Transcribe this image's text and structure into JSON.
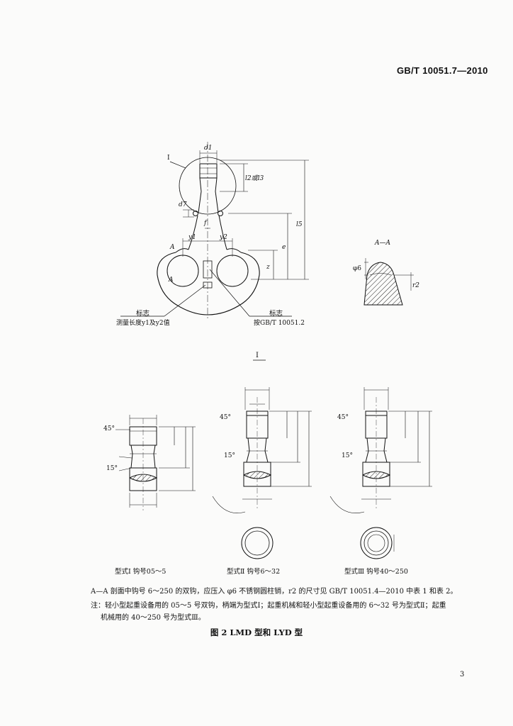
{
  "header": {
    "standard_no": "GB/T 10051.7—2010"
  },
  "figure": {
    "detail_marker": "I",
    "detail_heading": "I",
    "section_label": "A—A",
    "dim_d1": "d1",
    "dim_l2_or_l3": "l2或l3",
    "dim_l5": "l5",
    "dim_d7": "d7",
    "dim_f": "f",
    "dim_y1": "y1",
    "dim_y2": "y2",
    "dim_e": "e",
    "dim_z": "z",
    "marker_A_top": "A",
    "marker_A_bottom": "A",
    "sect_dia": "φ6",
    "sect_r": "r2",
    "mark_left": "标志",
    "mark_left_sub": "测量长度y1及y2值",
    "mark_right": "标志",
    "mark_right_sub": "按GB/T 10051.2",
    "angle_45": "45°",
    "angle_15": "15°",
    "type1_caption": "型式Ⅰ  钩号05～5",
    "type2_caption": "型式Ⅱ  钩号6～32",
    "type3_caption": "型式Ⅲ  钩号40～250"
  },
  "notes": {
    "section_note": "A—A 剖面中钩号 6～250 的双钩，应压入 φ6 不锈钢圆柱销，r2 的尺寸见 GB/T 10051.4—2010 中表 1 和表 2。",
    "note_line1": "注：轻小型起重设备用的 05～5 号双钩，柄端为型式Ⅰ；起重机械和轻小型起重设备用的 6～32 号为型式Ⅱ；起重",
    "note_line2": "机械用的 40～250 号为型式Ⅲ。"
  },
  "figure_title": "图 2  LMD 型和 LYD 型",
  "page_number": "3"
}
